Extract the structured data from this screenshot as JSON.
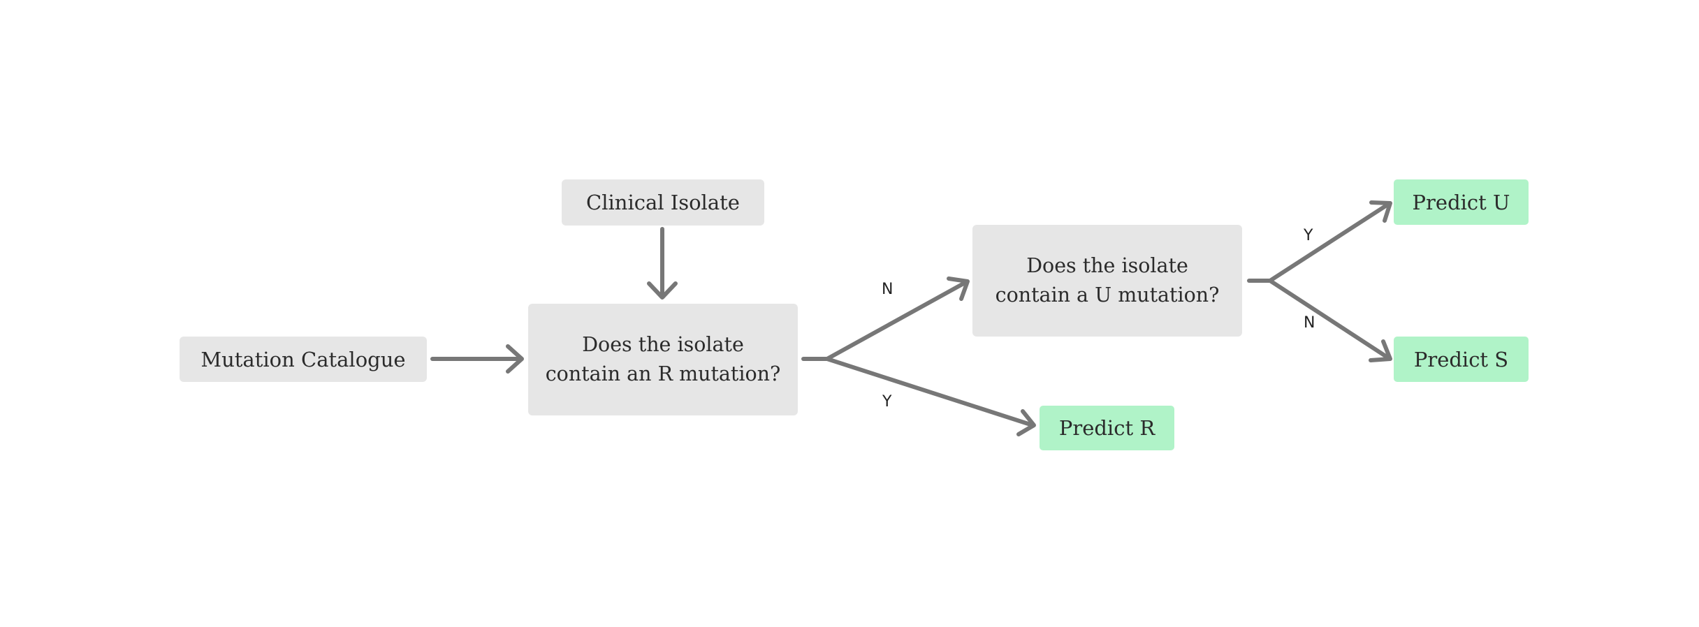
{
  "nodes": {
    "clinical_isolate": "Clinical Isolate",
    "mutation_catalogue": "Mutation Catalogue",
    "question_r": {
      "line1": "Does the isolate",
      "line2": "contain an R mutation?"
    },
    "question_u": {
      "line1": "Does the isolate",
      "line2": "contain a U mutation?"
    },
    "predict_r": "Predict R",
    "predict_u": "Predict U",
    "predict_s": "Predict S"
  },
  "edge_labels": {
    "r_no": "N",
    "r_yes": "Y",
    "u_yes": "Y",
    "u_no": "N"
  },
  "colors": {
    "node_fill": "#e6e6e6",
    "prediction_fill": "#b0f3c8",
    "arrow": "#777777",
    "text": "#2b2b2b"
  }
}
